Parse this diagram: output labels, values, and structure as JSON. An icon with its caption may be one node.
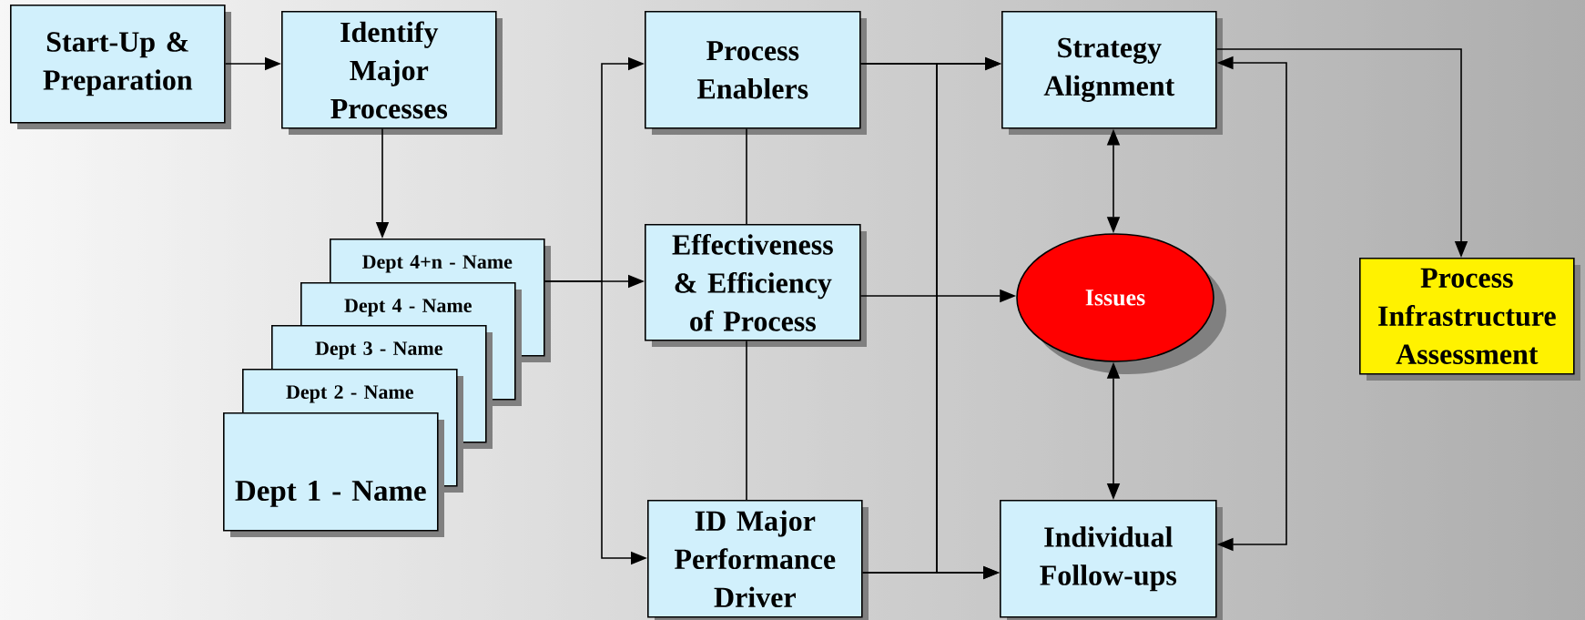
{
  "diagram": {
    "nodes": [
      {
        "text": [
          "Start-Up & Preparation"
        ]
      },
      {
        "text": [
          "Identify Major Processes"
        ]
      },
      {
        "text": [
          "Dept 4+n - Name"
        ]
      },
      {
        "text": [
          "Dept 4 - Name"
        ]
      },
      {
        "text": [
          "Dept 3 - Name"
        ]
      },
      {
        "text": [
          "Dept 2 - Name"
        ]
      },
      {
        "text": [
          "Dept 1 - Name"
        ]
      },
      {
        "text": [
          "Process Enablers"
        ]
      },
      {
        "text": [
          "Effectiveness & Efficiency of Process"
        ]
      },
      {
        "text": [
          "ID Major Performance Driver"
        ]
      },
      {
        "text": [
          "Strategy Alignment"
        ]
      },
      {
        "text": [
          "Issues"
        ]
      },
      {
        "text": [
          "Individual Follow-ups"
        ]
      },
      {
        "text": [
          "Process Infrastructure Assessment"
        ]
      }
    ],
    "edges": [
      {
        "from": 0,
        "to": 1,
        "arrow": "to"
      },
      {
        "from": 1,
        "to": 2,
        "arrow": "to"
      },
      {
        "from": 2,
        "to": 7,
        "arrow": "to"
      },
      {
        "from": 2,
        "to": 8,
        "arrow": "to"
      },
      {
        "from": 2,
        "to": 9,
        "arrow": "to"
      },
      {
        "from": 7,
        "to": 8,
        "arrow": "none"
      },
      {
        "from": 8,
        "to": 9,
        "arrow": "none"
      },
      {
        "from": 7,
        "to": 10,
        "arrow": "to"
      },
      {
        "from": 7,
        "to": 12,
        "arrow": "to"
      },
      {
        "from": 9,
        "to": 10,
        "arrow": "to"
      },
      {
        "from": 9,
        "to": 12,
        "arrow": "to"
      },
      {
        "from": 8,
        "to": 11,
        "arrow": "to"
      },
      {
        "from": 10,
        "to": 11,
        "arrow": "both"
      },
      {
        "from": 11,
        "to": 12,
        "arrow": "both"
      },
      {
        "from": 10,
        "to": 13,
        "arrow": "to"
      },
      {
        "from": 10,
        "to": 12,
        "arrow": "both"
      }
    ]
  }
}
